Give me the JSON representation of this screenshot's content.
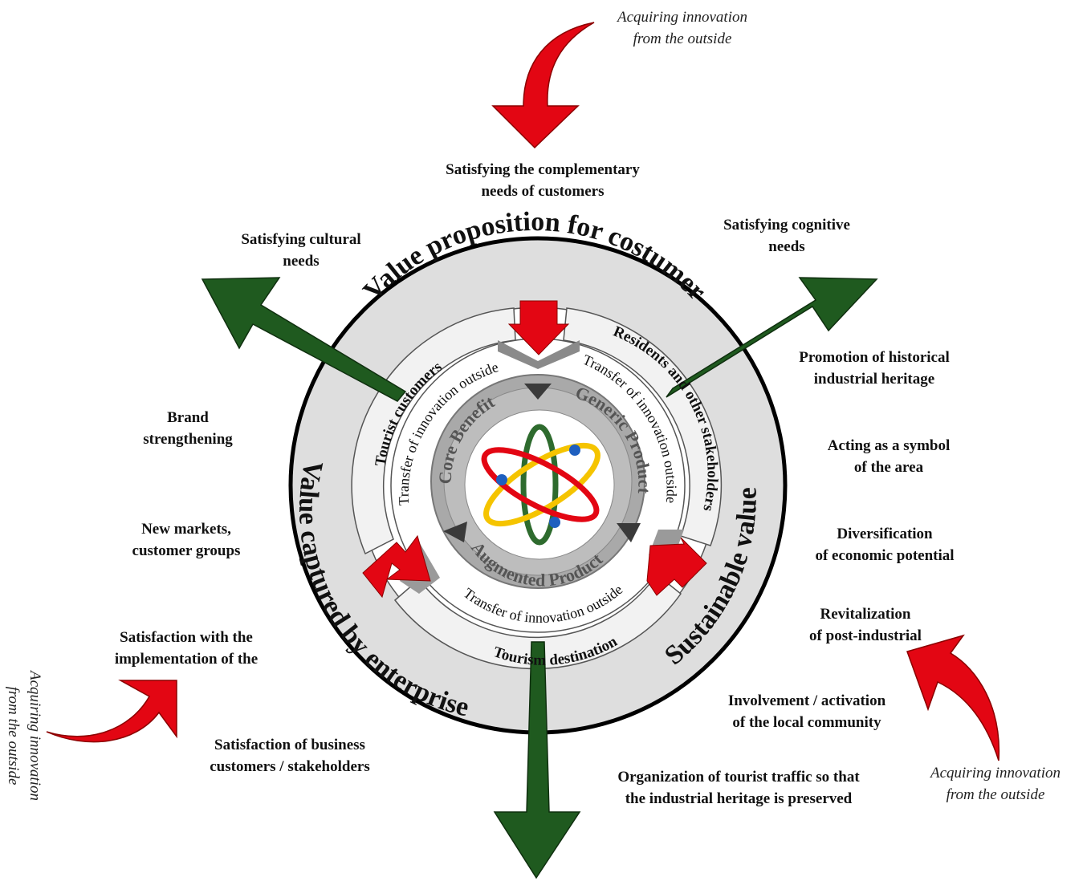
{
  "colors": {
    "red_arrow": "#e30613",
    "green_arrow": "#1f5a1f",
    "outer_ring": "#dedede",
    "core_ring": "#a9a9a9",
    "atom_red": "#e30613",
    "atom_yellow": "#f5c400",
    "atom_green": "#2e6b2e",
    "atom_nucleus": "#1e5fbf"
  },
  "rings": {
    "outer_top": "Value proposition for costumer",
    "outer_left": "Value captured by enterprise",
    "outer_right": "Sustainable value",
    "middle_tourist": "Tourist customers",
    "middle_residents": "Residents and other stakeholders",
    "middle_destination": "Tourism destination",
    "transfer_label": "Transfer of innovation outside",
    "transfer_label_top_right": "Transfer of innovation outside",
    "core_benefit": "Core Benefit",
    "generic_product": "Generic Product",
    "augmented_product": "Augmented Product"
  },
  "innovation": {
    "top": [
      "Acquiring innovation",
      "from the outside"
    ],
    "bottom_left": [
      "Acquiring innovation",
      "from the outside"
    ],
    "bottom_right": [
      "Acquiring innovation",
      "from the outside"
    ]
  },
  "labels": {
    "top_center": [
      "Satisfying the complementary",
      "needs of customers"
    ],
    "cultural": [
      "Satisfying cultural",
      "needs"
    ],
    "cognitive": [
      "Satisfying cognitive",
      "needs"
    ],
    "promotion": [
      "Promotion of historical",
      "industrial heritage"
    ],
    "symbol": [
      "Acting as a symbol",
      "of the area"
    ],
    "diversification": [
      "Diversification",
      "of economic potential"
    ],
    "revitalization": [
      "Revitalization",
      "of post-industrial"
    ],
    "involvement": [
      "Involvement / activation",
      "of the local community"
    ],
    "organization": [
      "Organization of tourist traffic so that",
      "the industrial heritage is preserved"
    ],
    "brand": [
      "Brand",
      "strengthening"
    ],
    "markets": [
      "New markets,",
      "customer groups"
    ],
    "satisfaction_impl": [
      "Satisfaction with the",
      "implementation of the"
    ],
    "satisfaction_business": [
      "Satisfaction of business",
      "customers / stakeholders"
    ]
  }
}
